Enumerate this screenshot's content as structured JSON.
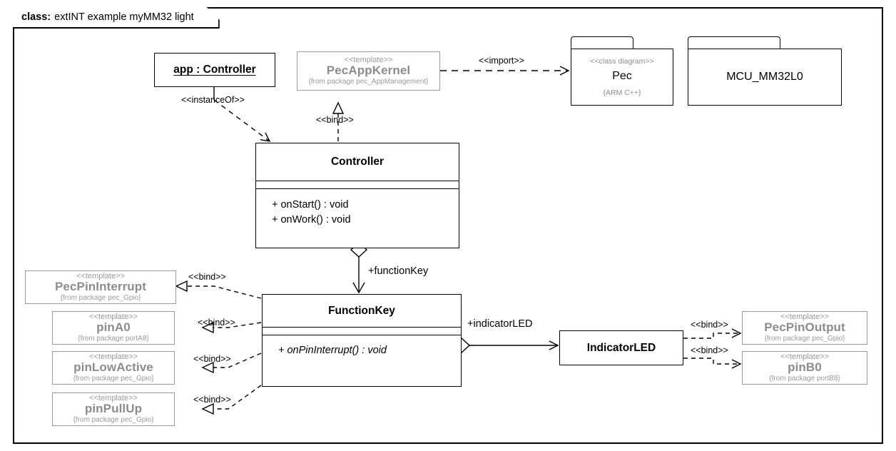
{
  "frame": {
    "tab_keyword": "class:",
    "tab_title": "extINT example myMM32 light"
  },
  "nodes": {
    "app_instance": {
      "name": "app : Controller",
      "kind": "instance-specification"
    },
    "pec_app_kernel": {
      "stereotype": "<<template>>",
      "name": "PecAppKernel",
      "from": "{from package pec_AppManagement}"
    },
    "pec_package": {
      "stereotype": "<<class diagram>>",
      "name": "Pec",
      "tag": "{ARM C++}"
    },
    "mcu_package": {
      "stereotype": "",
      "name": "MCU_MM32L0",
      "tag": ""
    },
    "controller": {
      "name": "Controller",
      "attributes": [],
      "operations": [
        {
          "text": "+ onStart() : void",
          "abstract": false
        },
        {
          "text": "+ onWork() : void",
          "abstract": false
        }
      ]
    },
    "function_key": {
      "name": "FunctionKey",
      "attributes": [],
      "operations": [
        {
          "text": "+ onPinInterrupt() : void",
          "abstract": true
        }
      ]
    },
    "indicator_led": {
      "name": "IndicatorLED"
    },
    "pec_pin_interrupt": {
      "stereotype": "<<template>>",
      "name": "PecPinInterrupt",
      "from": "{from package pec_Gpio}"
    },
    "pin_a0": {
      "stereotype": "<<template>>",
      "name": "pinA0",
      "from": "{from package portA8}"
    },
    "pin_low_active": {
      "stereotype": "<<template>>",
      "name": "pinLowActive",
      "from": "{from package pec_Gpio}"
    },
    "pin_pull_up": {
      "stereotype": "<<template>>",
      "name": "pinPullUp",
      "from": "{from package pec_Gpio}"
    },
    "pec_pin_output": {
      "stereotype": "<<template>>",
      "name": "PecPinOutput",
      "from": "{from package pec_Gpio}"
    },
    "pin_b0": {
      "stereotype": "<<template>>",
      "name": "pinB0",
      "from": "{from package portB8}"
    }
  },
  "edges": {
    "instance_of": "<<instanceOf>>",
    "import": "<<import>>",
    "bind_kernel": "<<bind>>",
    "bind_pec_pin_interrupt": "<<bind>>",
    "bind_pin_a0": "<<bind>>",
    "bind_pin_low_active": "<<bind>>",
    "bind_pin_pull_up": "<<bind>>",
    "bind_pec_pin_output": "<<bind>>",
    "bind_pin_b0": "<<bind>>",
    "role_function_key": "+functionKey",
    "role_indicator_led": "+indicatorLED"
  },
  "colors": {
    "line": "#000000",
    "template_gray": "#8c8c8c",
    "template_border": "#9a9a9a",
    "background": "#ffffff"
  }
}
